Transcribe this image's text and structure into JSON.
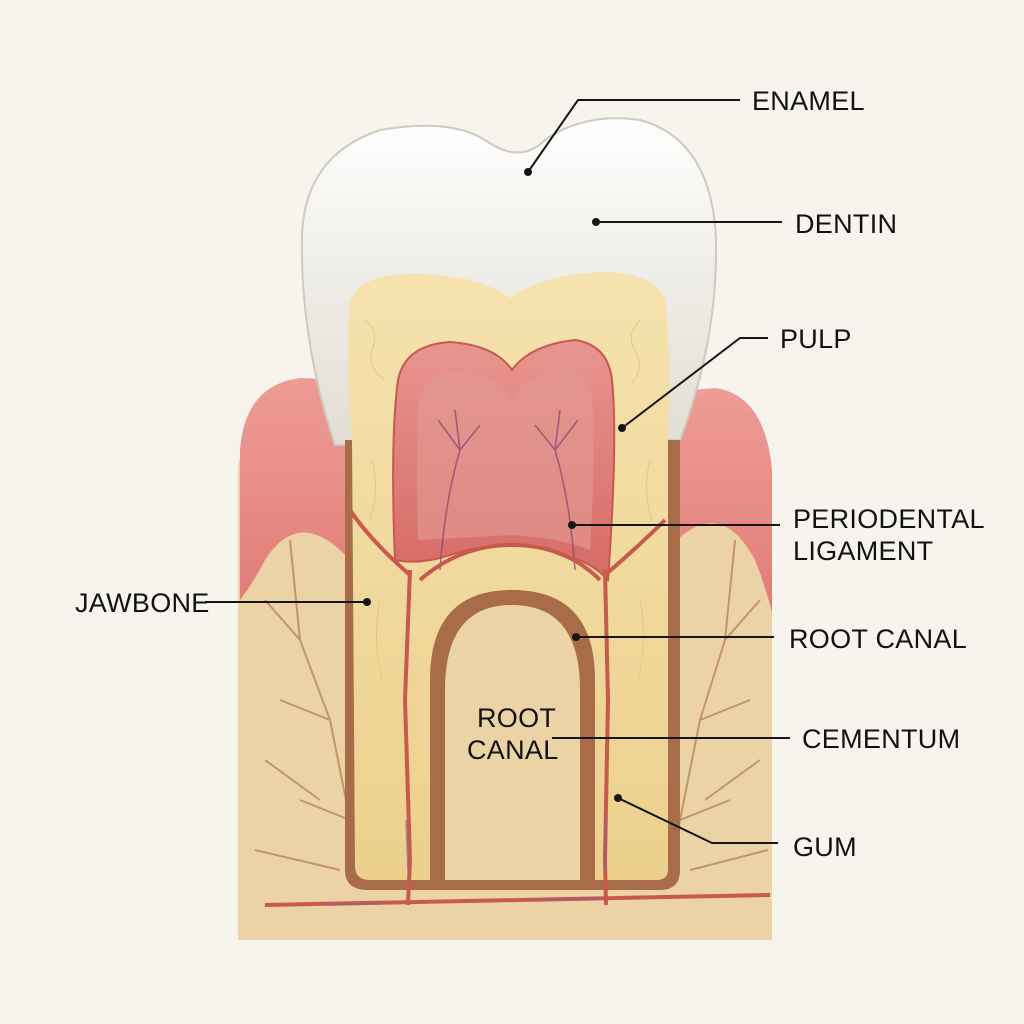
{
  "labels": {
    "enamel": "ENAMEL",
    "dentin": "DENTIN",
    "pulp": "PULP",
    "periodontal_line1": "PERIODENTAL",
    "periodontal_line2": "LIGAMENT",
    "jawbone": "JAWBONE",
    "root_canal_right": "ROOT CANAL",
    "root_canal_inner_line1": "ROOT",
    "root_canal_inner_line2": "CANAL",
    "cementum": "CEMENTUM",
    "gum": "GUM"
  },
  "colors": {
    "background": "#f7f4ee",
    "enamel": "#f1efea",
    "dentin": "#f0d998",
    "pulp": "#d9736f",
    "gum": "#e58a86",
    "bone": "#ecd4a8",
    "vessel": "#c9584e",
    "ink": "#111111"
  }
}
